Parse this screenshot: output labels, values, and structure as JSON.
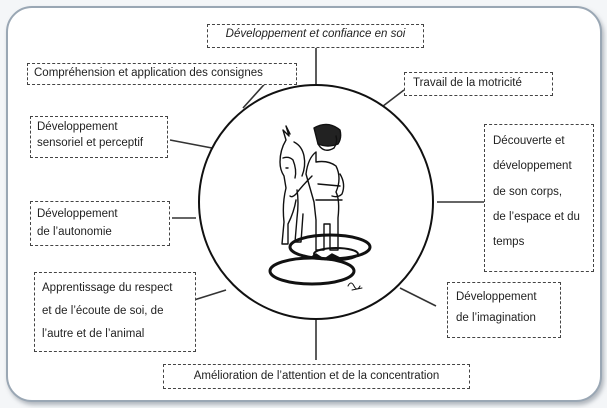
{
  "nodes": {
    "top": "Développement et confiance en soi",
    "top_left": "Compréhension et application des consignes",
    "left_upper": "Développement\nsensoriel et perceptif",
    "left_middle": "Développement\nde l’autonomie",
    "left_lower": "Apprentissage du respect\net de l’écoute de soi, de\nl’autre et de l’animal",
    "bottom": "Amélioration de l’attention et de la concentration",
    "right_lower": "Développement\nde l’imagination",
    "right_middle": "Découverte et\ndéveloppement\nde son corps,\nde l’espace et du\ntemps",
    "top_right": "Travail de la motricité"
  },
  "colors": {
    "line": "#333333",
    "frame": "#9aa7b4"
  },
  "center_image": "child-with-pony-illustration"
}
